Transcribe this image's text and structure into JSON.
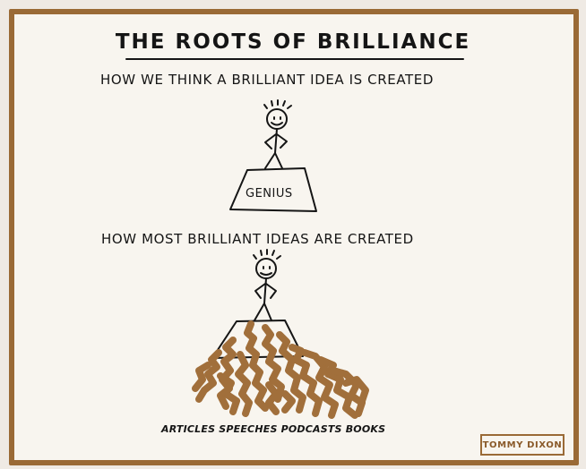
{
  "title": "THE ROOTS OF BRILLIANCE",
  "subtitle_perceived": "HOW WE THINK A BRILLIANT IDEA IS CREATED",
  "pedestal_label": "GENIUS",
  "subtitle_actual": "HOW MOST BRILLIANT IDEAS ARE CREATED",
  "sources_label": "ARTICLES SPEECHES PODCASTS BOOKS",
  "author": "TOMMY DIXON",
  "colors": {
    "frame": "#9a6a36",
    "paper": "#f8f5ef",
    "ink": "#151515",
    "roots": "#a16f3b"
  }
}
